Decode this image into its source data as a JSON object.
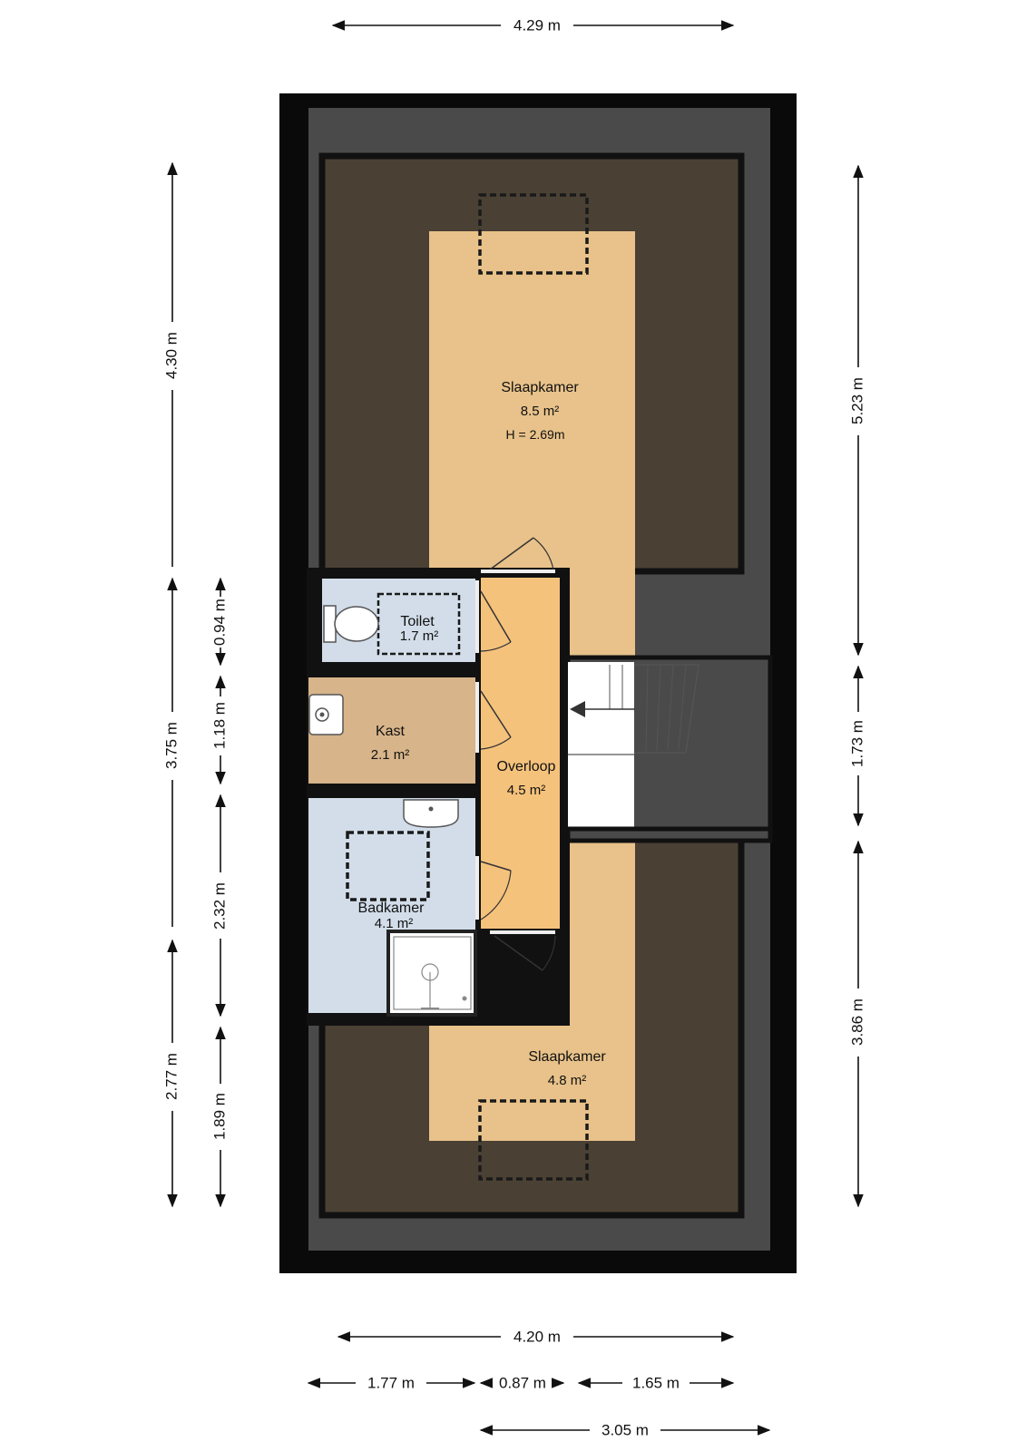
{
  "rooms": {
    "slaapkamer_top": {
      "name": "Slaapkamer",
      "area": "8.5 m²",
      "height": "H = 2.69m"
    },
    "toilet": {
      "name": "Toilet",
      "area": "1.7 m²"
    },
    "kast": {
      "name": "Kast",
      "area": "2.1 m²"
    },
    "overloop": {
      "name": "Overloop",
      "area": "4.5 m²"
    },
    "badkamer": {
      "name": "Badkamer",
      "area": "4.1 m²"
    },
    "slaapkamer_bottom": {
      "name": "Slaapkamer",
      "area": "4.8 m²"
    }
  },
  "dimensions": {
    "top": "4.29 m",
    "left_outer": [
      "4.30 m",
      "3.75 m",
      "2.77 m"
    ],
    "left_inner": [
      "0.94 m",
      "1.18 m",
      "2.32 m",
      "1.89 m"
    ],
    "right": [
      "5.23 m",
      "1.73 m",
      "3.86 m"
    ],
    "bottom_total": "4.20 m",
    "bottom_parts": [
      "1.77 m",
      "0.87 m",
      "1.65 m"
    ],
    "bottom_lower": "3.05 m"
  },
  "colors": {
    "outer_wall": "#0a0a0a",
    "roof_gray": "#4a4a4a",
    "low_ceiling_brown": "#4a4034",
    "bedroom_floor": "#e8c28a",
    "toilet_floor": "#d2dde9",
    "kast_floor": "#d7b48a",
    "overloop_floor": "#f5c27c",
    "badkamer_floor": "#d2dde9",
    "stair_white": "#ffffff"
  }
}
